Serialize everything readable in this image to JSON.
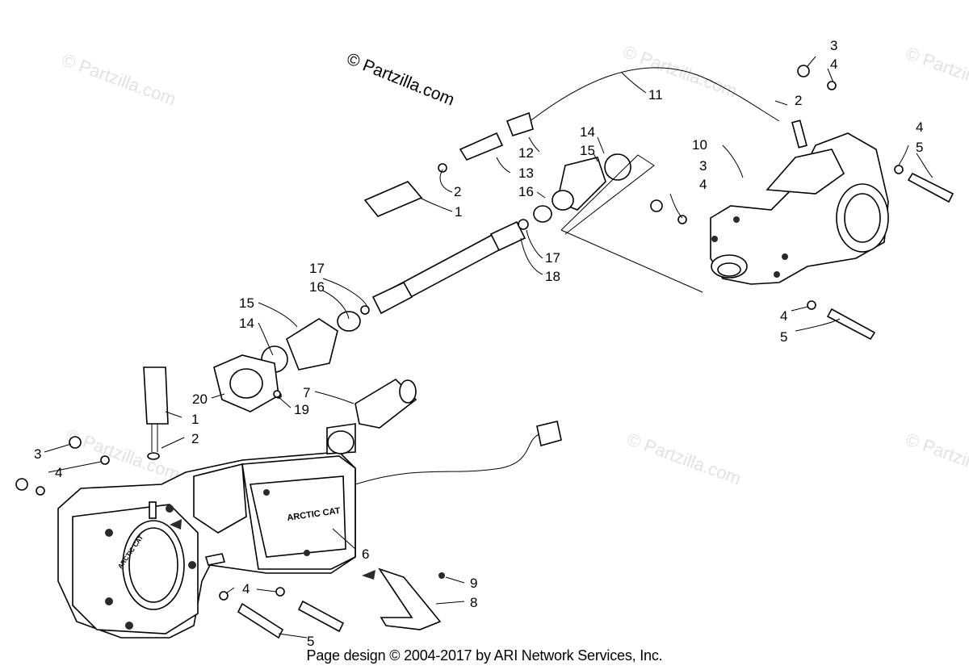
{
  "watermark": {
    "text": "© Partzilla.com"
  },
  "copyright_mark": "© Partzilla.com",
  "footer": "Page design © 2004-2017 by ARI Network Services, Inc.",
  "housing_labels": {
    "brand": "ARCTIC CAT",
    "side": "ARCTIC CAT"
  },
  "callouts": [
    {
      "id": "c1",
      "n": "1"
    },
    {
      "id": "c2",
      "n": "2"
    },
    {
      "id": "c3",
      "n": "3"
    },
    {
      "id": "c4",
      "n": "4"
    },
    {
      "id": "c5",
      "n": "5"
    },
    {
      "id": "c6",
      "n": "6"
    },
    {
      "id": "c7",
      "n": "7"
    },
    {
      "id": "c8",
      "n": "8"
    },
    {
      "id": "c9",
      "n": "9"
    },
    {
      "id": "c10",
      "n": "10"
    },
    {
      "id": "c11",
      "n": "11"
    },
    {
      "id": "c12",
      "n": "12"
    },
    {
      "id": "c13",
      "n": "13"
    },
    {
      "id": "c14",
      "n": "14"
    },
    {
      "id": "c15",
      "n": "15"
    },
    {
      "id": "c16",
      "n": "16"
    },
    {
      "id": "c17",
      "n": "17"
    },
    {
      "id": "c18",
      "n": "18"
    },
    {
      "id": "c19",
      "n": "19"
    },
    {
      "id": "c20",
      "n": "20"
    }
  ]
}
